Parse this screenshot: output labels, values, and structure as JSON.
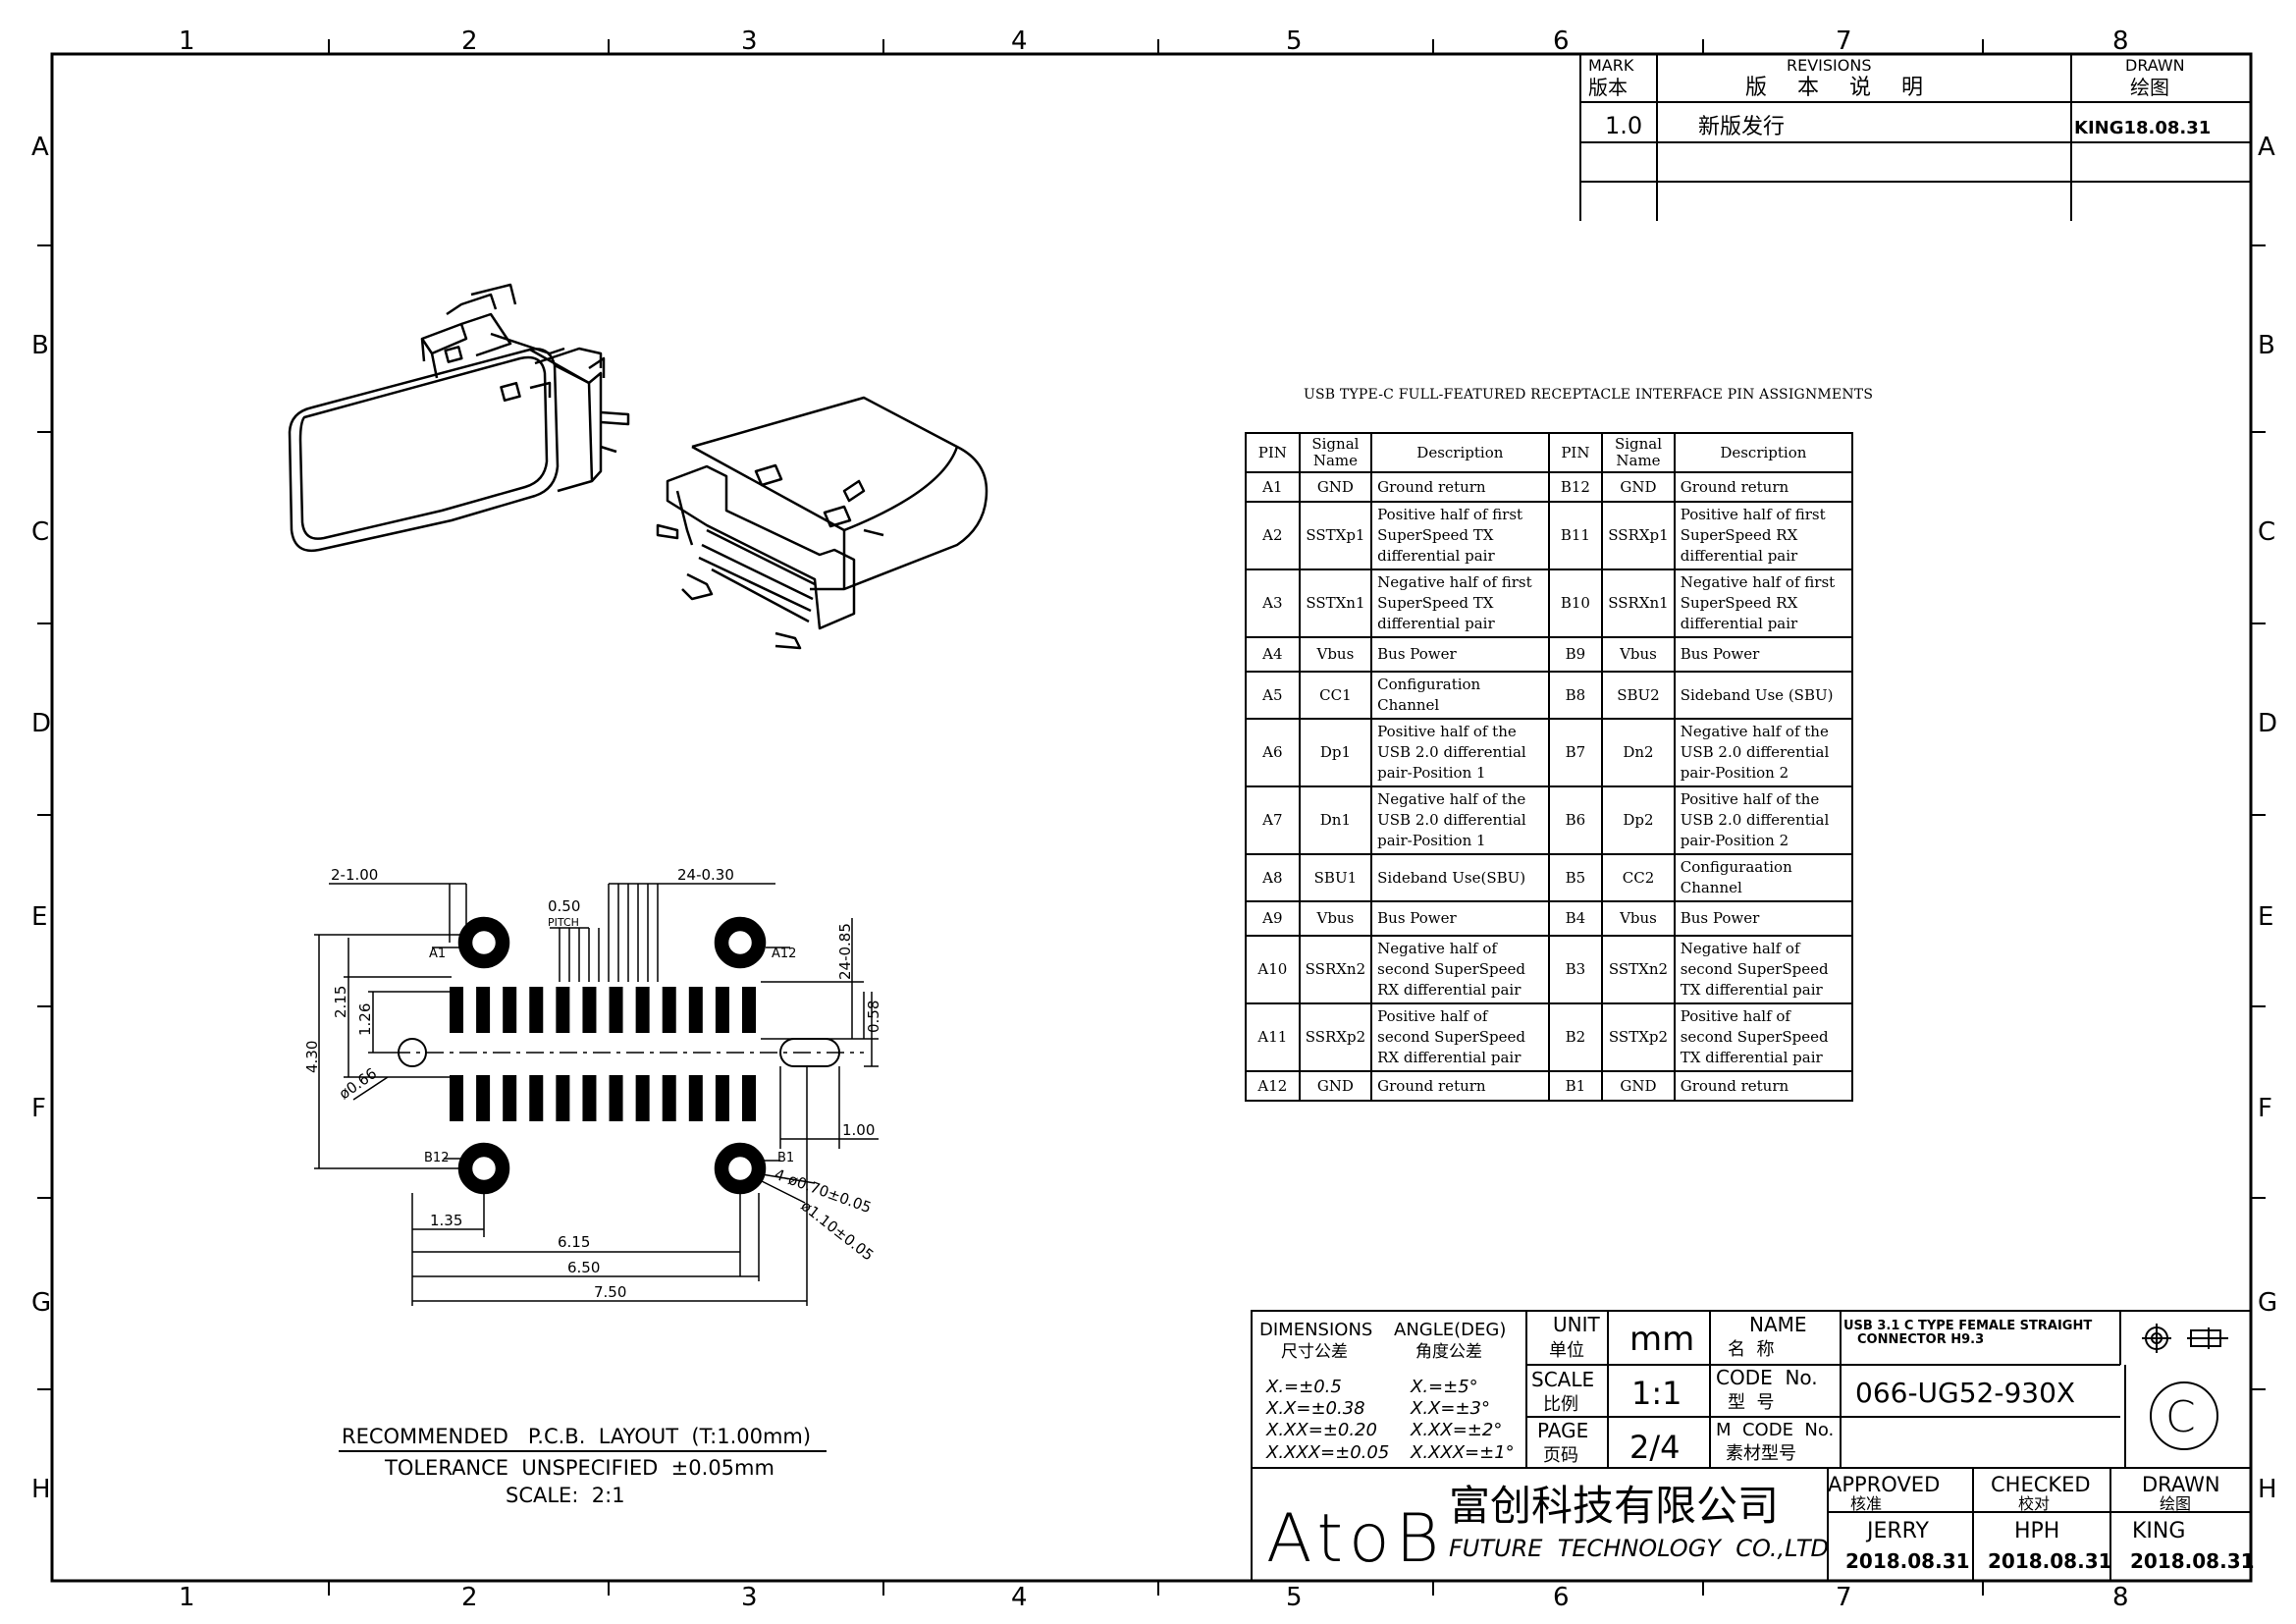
{
  "frame": {
    "columns": [
      "1",
      "2",
      "3",
      "4",
      "5",
      "6",
      "7",
      "8"
    ],
    "rows": [
      "A",
      "B",
      "C",
      "D",
      "E",
      "F",
      "G",
      "H"
    ]
  },
  "revisions": {
    "mark_en": "MARK",
    "mark_cn": "版本",
    "rev_en": "REVISIONS",
    "rev_cn": "版 本 说 明",
    "drawn_en": "DRAWN",
    "drawn_cn": "绘图",
    "rows": [
      {
        "mark": "1.0",
        "desc": "新版发行",
        "drawn": "KING18.08.31"
      }
    ]
  },
  "pin_table": {
    "title": "USB TYPE-C FULL-FEATURED RECEPTACLE INTERFACE PIN ASSIGNMENTS",
    "headers": [
      "PIN",
      "Signal Name",
      "Description",
      "PIN",
      "Signal Name",
      "Description"
    ],
    "rows": [
      [
        "A1",
        "GND",
        "Ground return",
        "B12",
        "GND",
        "Ground return"
      ],
      [
        "A2",
        "SSTXp1",
        "Positive half of first SuperSpeed TX differential pair",
        "B11",
        "SSRXp1",
        "Positive half of first SuperSpeed RX differential pair"
      ],
      [
        "A3",
        "SSTXn1",
        "Negative half of first SuperSpeed TX differential pair",
        "B10",
        "SSRXn1",
        "Negative half of first SuperSpeed RX differential pair"
      ],
      [
        "A4",
        "Vbus",
        "Bus Power",
        "B9",
        "Vbus",
        "Bus Power"
      ],
      [
        "A5",
        "CC1",
        "Configuration Channel",
        "B8",
        "SBU2",
        "Sideband Use (SBU)"
      ],
      [
        "A6",
        "Dp1",
        "Positive half of the USB 2.0 differential pair-Position 1",
        "B7",
        "Dn2",
        "Negative half of the USB 2.0 differential pair-Position 2"
      ],
      [
        "A7",
        "Dn1",
        "Negative half of the USB 2.0 differential pair-Position 1",
        "B6",
        "Dp2",
        "Positive half of the USB 2.0 differential pair-Position 2"
      ],
      [
        "A8",
        "SBU1",
        "Sideband Use(SBU)",
        "B5",
        "CC2",
        "Configuraation Channel"
      ],
      [
        "A9",
        "Vbus",
        "Bus Power",
        "B4",
        "Vbus",
        "Bus Power"
      ],
      [
        "A10",
        "SSRXn2",
        "Negative half of second SuperSpeed RX differential pair",
        "B3",
        "SSTXn2",
        "Negative half of second SuperSpeed TX differential pair"
      ],
      [
        "A11",
        "SSRXp2",
        "Positive half of second SuperSpeed RX differential pair",
        "B2",
        "SSTXp2",
        "Positive half of second SuperSpeed TX differential pair"
      ],
      [
        "A12",
        "GND",
        "Ground return",
        "B1",
        "GND",
        "Ground return"
      ]
    ]
  },
  "pcb_dims": {
    "d_2_100": "2-1.00",
    "d_24_030": "24-0.30",
    "pitch_val": "0.50",
    "pitch_label": "PITCH",
    "d_24_085": "24-0.85",
    "pin_a1": "A1",
    "pin_a12": "A12",
    "pin_b12": "B12",
    "pin_b1": "B1",
    "d_430": "4.30",
    "d_215": "2.15",
    "d_126": "1.26",
    "d_066": "ø0.66",
    "d_058": "0.58",
    "d_100": "1.00",
    "d_070": "4-ø0.70±0.05",
    "d_110": "ø1.10±0.05",
    "d_135": "1.35",
    "d_615": "6.15",
    "d_650": "6.50",
    "d_750": "7.50"
  },
  "layout_notes": {
    "line1": "RECOMMENDED   P.C.B.  LAYOUT  (T:1.00mm)",
    "line2": "TOLERANCE  UNSPECIFIED  ±0.05mm",
    "line3": "SCALE:  2:1"
  },
  "title_block": {
    "dimensions_en": "DIMENSIONS",
    "dimensions_cn": "尺寸公差",
    "angle_en": "ANGLE(DEG)",
    "angle_cn": "角度公差",
    "tol": [
      "X.=±0.5",
      "X.X=±0.38",
      "X.XX=±0.20",
      "X.XXX=±0.05"
    ],
    "ang": [
      "X.=±5°",
      "X.X=±3°",
      "X.XX=±2°",
      "X.XXX=±1°"
    ],
    "unit_en": "UNIT",
    "unit_cn": "单位",
    "unit_val": "mm",
    "scale_en": "SCALE",
    "scale_cn": "比例",
    "scale_val": "1:1",
    "page_en": "PAGE",
    "page_cn": "页码",
    "page_val": "2/4",
    "name_en": "NAME",
    "name_cn": "名  称",
    "name_val_1": "USB 3.1 C TYPE FEMALE STRAIGHT",
    "name_val_2": "CONNECTOR H9.3",
    "code_en": "CODE  No.",
    "code_cn": "型  号",
    "code_val": "066-UG52-930X",
    "mcode_en": "M  CODE  No.",
    "mcode_cn": "素材型号",
    "copyright": "C",
    "company_logo": "AtoB",
    "company_cn": "富创科技有限公司",
    "company_en": "FUTURE  TECHNOLOGY  CO.,LTD",
    "approved_en": "APPROVED",
    "approved_cn": "核准",
    "approved_name": "JERRY",
    "approved_date": "2018.08.31",
    "checked_en": "CHECKED",
    "checked_cn": "校对",
    "checked_name": "HPH",
    "checked_date": "2018.08.31",
    "drawn_en": "DRAWN",
    "drawn_cn": "绘图",
    "drawn_name": "KING",
    "drawn_date": "2018.08.31"
  }
}
